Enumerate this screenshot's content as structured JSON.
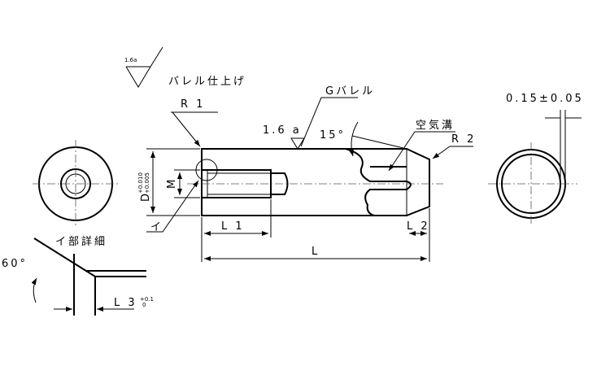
{
  "labels": {
    "surface_roughness_general": "1.6a",
    "barrel_finish": "バレル仕上げ",
    "r1": "R 1",
    "g_barrel": "Gバレル",
    "surface_roughness_top": "1.6 a",
    "angle_15": "15°",
    "air_groove": "空気溝",
    "r2": "R 2",
    "tolerance_width": "0.15±0.05",
    "d_label": "D",
    "d_tol_upper": "+0.010",
    "d_tol_lower": "+0.005",
    "m_label": "M",
    "detail_marker": "イ",
    "l1": "L 1",
    "l2": "L 2",
    "l": "L",
    "detail_title": "イ部詳細",
    "angle_60": "60°",
    "l3": "L 3",
    "l3_tol_upper": "+0.1",
    "l3_tol_lower": "0"
  }
}
